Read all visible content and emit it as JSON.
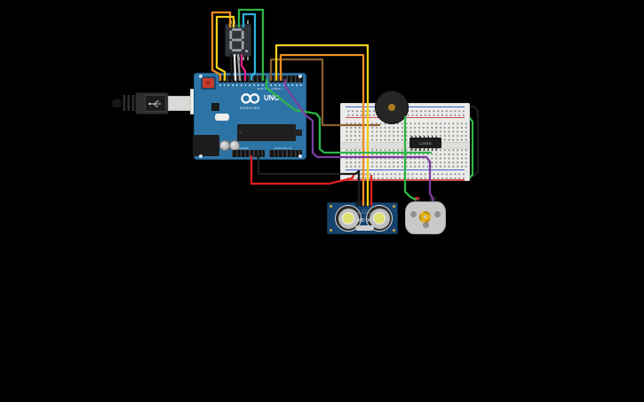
{
  "canvas": {
    "background": "#000000"
  },
  "palette": {
    "orange": "#ef8d1d",
    "yellow": "#f4cf1a",
    "black": "#1d1d1d",
    "white": "#e8e8e8",
    "gray": "#a3a3a3",
    "pink": "#e0218a",
    "cyan": "#2fb1e0",
    "green": "#2eb548",
    "brown": "#8b5e2f",
    "purple": "#7b3fa0",
    "red": "#dd1f1f"
  },
  "arduino": {
    "logo_text": "UNO",
    "brand_text": "ARDUINO",
    "digital_label": "DIGITAL (PWM~)",
    "power_label": "POWER",
    "analog_label": "ANALOG IN",
    "board_color": "#2d74a6"
  },
  "display": {
    "digit": "8"
  },
  "ic": {
    "label": "L293D"
  },
  "sensor": {
    "label": "HC-SR04",
    "pins_text": "GND ECHO TRIG VCC"
  }
}
